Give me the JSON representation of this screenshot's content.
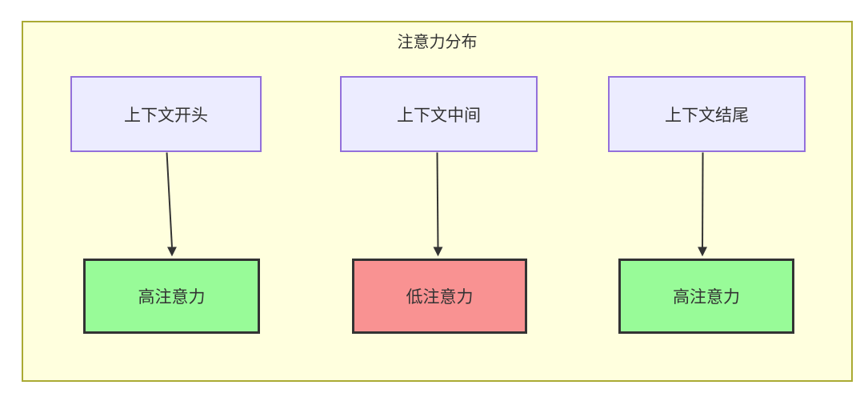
{
  "diagram": {
    "type": "flowchart",
    "title": "注意力分布",
    "source_nodes": [
      {
        "label": "上下文开头"
      },
      {
        "label": "上下文中间"
      },
      {
        "label": "上下文结尾"
      }
    ],
    "target_nodes": [
      {
        "label": "高注意力",
        "level": "high"
      },
      {
        "label": "低注意力",
        "level": "low"
      },
      {
        "label": "高注意力",
        "level": "high"
      }
    ],
    "edges": [
      {
        "from": "上下文开头",
        "to": "高注意力"
      },
      {
        "from": "上下文中间",
        "to": "低注意力"
      },
      {
        "from": "上下文结尾",
        "to": "高注意力"
      }
    ],
    "colors": {
      "container_bg": "#ffffde",
      "container_border": "#aaaa33",
      "context_node_bg": "#ececff",
      "context_node_border": "#9370db",
      "high_attention_bg": "#98fb98",
      "low_attention_bg": "#f99292",
      "attention_node_border": "#333333",
      "arrow": "#333333",
      "text": "#333333"
    }
  }
}
